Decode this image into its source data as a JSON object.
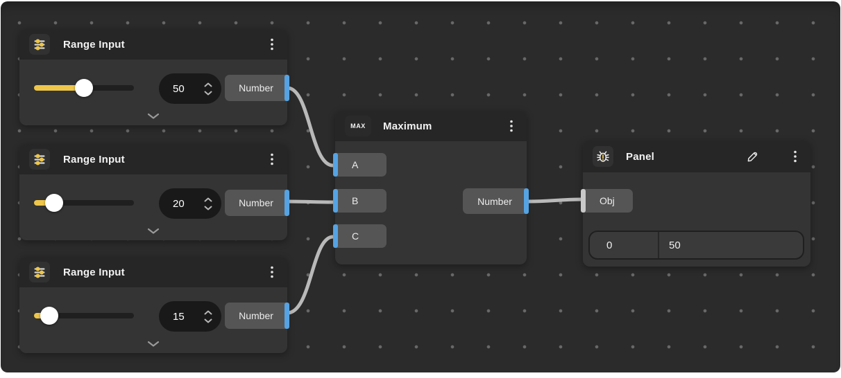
{
  "canvas": {
    "background": "#2b2b2b",
    "dot_color": "#686868",
    "wire_color": "#b9b9b9"
  },
  "palette": {
    "port_number_blue": "#55a3e3",
    "port_object_white": "#c9c9c9",
    "accent_yellow": "#eec64a"
  },
  "nodes": {
    "range1": {
      "title": "Range Input",
      "value": "50",
      "slider_pct": 50,
      "output_label": "Number"
    },
    "range2": {
      "title": "Range Input",
      "value": "20",
      "slider_pct": 20,
      "output_label": "Number"
    },
    "range3": {
      "title": "Range Input",
      "value": "15",
      "slider_pct": 15,
      "output_label": "Number"
    },
    "maximum": {
      "title": "Maximum",
      "badge": "MAX",
      "inputs": [
        "A",
        "B",
        "C"
      ],
      "output_label": "Number"
    },
    "panel": {
      "title": "Panel",
      "input_label": "Obj",
      "table_cells": [
        "0",
        "50"
      ]
    }
  }
}
